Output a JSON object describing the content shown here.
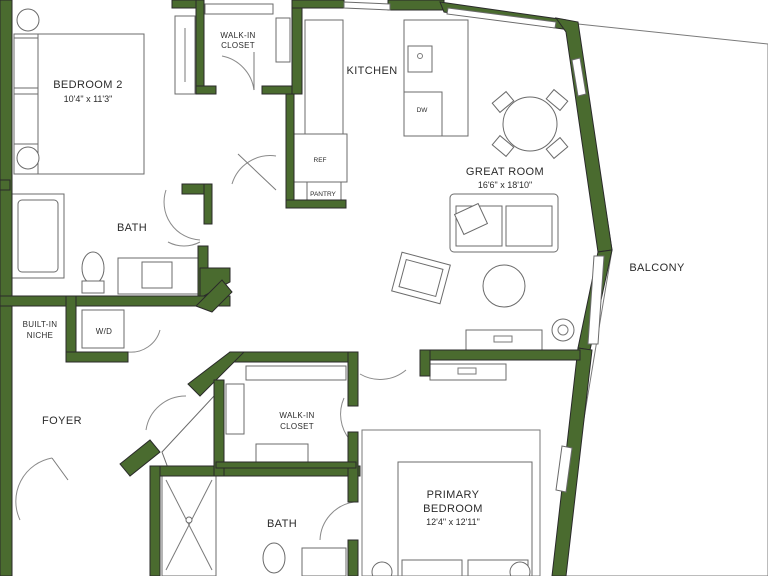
{
  "colors": {
    "wall": "#4a6b2f",
    "background": "#ffffff",
    "line": "#6b6b6b"
  },
  "rooms": {
    "bedroom2": {
      "name": "BEDROOM 2",
      "dims": "10'4\" x 11'3\""
    },
    "walkin_closet_top": {
      "line1": "WALK-IN",
      "line2": "CLOSET"
    },
    "kitchen": {
      "name": "KITCHEN"
    },
    "great_room": {
      "name": "GREAT ROOM",
      "dims": "16'6\" x 18'10\""
    },
    "balcony": {
      "name": "BALCONY"
    },
    "bath_top": {
      "name": "BATH"
    },
    "builtin_niche": {
      "line1": "BUILT-IN",
      "line2": "NICHE"
    },
    "foyer": {
      "name": "FOYER"
    },
    "walkin_closet_bottom": {
      "line1": "WALK-IN",
      "line2": "CLOSET"
    },
    "bath_bottom": {
      "name": "BATH"
    },
    "primary_bedroom": {
      "line1": "PRIMARY",
      "line2": "BEDROOM",
      "dims": "12'4\" x 12'11\""
    }
  },
  "fixtures": {
    "ref": "REF",
    "pantry": "PANTRY",
    "dw": "DW",
    "wd": "W/D"
  }
}
